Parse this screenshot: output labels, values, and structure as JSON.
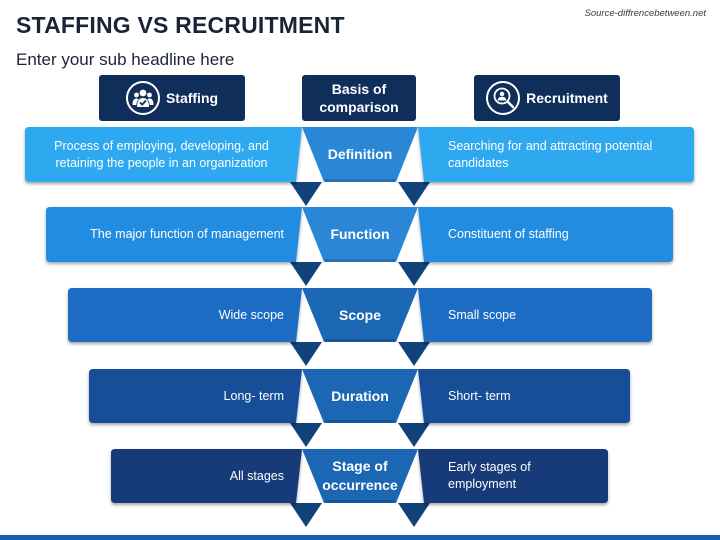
{
  "title": "STAFFING VS RECRUITMENT",
  "subtitle": "Enter your sub headline here",
  "source": "Source-diffrencebetween.net",
  "headers": {
    "left": "Staffing",
    "middle_line1": "Basis of",
    "middle_line2": "comparison",
    "right": "Recruitment",
    "left_icon": "team-check-icon",
    "right_icon": "person-search-icon"
  },
  "rows": [
    {
      "basis": "Definition",
      "basis2": "",
      "staffing": "Process of employing, developing, and retaining the people in an organization",
      "recruitment": "Searching for and attracting potential candidates",
      "color": "#2ea8ee"
    },
    {
      "basis": "Function",
      "basis2": "",
      "staffing": "The major function of management",
      "recruitment": "Constituent of staffing",
      "color": "#228ce0"
    },
    {
      "basis": "Scope",
      "basis2": "",
      "staffing": "Wide scope",
      "recruitment": "Small scope",
      "color": "#1a6cc4"
    },
    {
      "basis": "Duration",
      "basis2": "",
      "staffing": "Long- term",
      "recruitment": "Short- term",
      "color": "#174f98"
    },
    {
      "basis": "Stage of",
      "basis2": "occurrence",
      "staffing": "All stages",
      "recruitment": "Early stages of employment",
      "color": "#173a78"
    }
  ],
  "colors": {
    "header": "#0f2e5a",
    "middle": "#1b67b4",
    "middle_dark": "#12427a"
  }
}
